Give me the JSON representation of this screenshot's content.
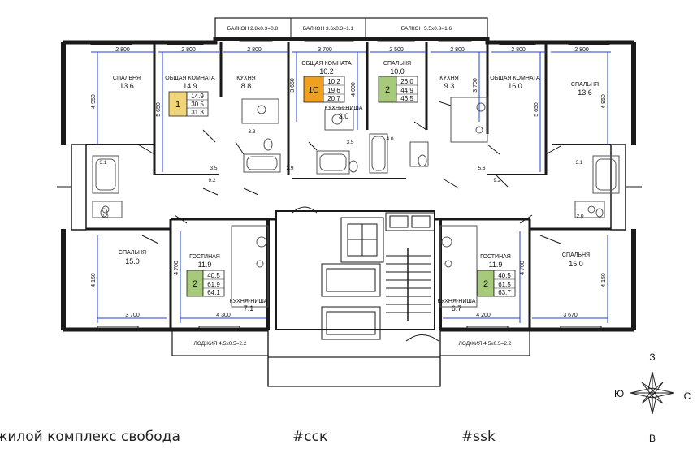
{
  "balconies": [
    {
      "label": "БАЛКОН 2.8x0.3=0.8"
    },
    {
      "label": "БАЛКОН 3.6x0.3=1.1"
    },
    {
      "label": "БАЛКОН 5.5x0.3=1.6"
    }
  ],
  "loggias": [
    {
      "label": "ЛОДЖИЯ 4.5x0.5=2.2"
    },
    {
      "label": "ЛОДЖИЯ 4.5x0.5=2.2"
    }
  ],
  "dimensions_top": [
    "2 800",
    "2 800",
    "2 800",
    "3 700",
    "2 500",
    "2 800",
    "2 800",
    "2 800"
  ],
  "dimensions_bottom": [
    "3 700",
    "4 300",
    "4 200",
    "3 670"
  ],
  "dimensions_vertical": [
    "4 950",
    "5 650",
    "3 650",
    "4 000",
    "3 700",
    "5 650",
    "4 950",
    "4 700",
    "4 150",
    "4 700",
    "4 150"
  ],
  "rooms": [
    {
      "name": "СПАЛЬНЯ",
      "area": "13.6"
    },
    {
      "name": "ОБЩАЯ КОМНАТА",
      "area": "14.9"
    },
    {
      "name": "КУХНЯ",
      "area": "8.8"
    },
    {
      "name": "ОБЩАЯ КОМНАТА",
      "area": "10.2"
    },
    {
      "name": "КУХНЯ-НИША",
      "area": "3.0"
    },
    {
      "name": "СПАЛЬНЯ",
      "area": "10.0"
    },
    {
      "name": "КУХНЯ",
      "area": "9.3"
    },
    {
      "name": "ОБЩАЯ КОМНАТА",
      "area": "16.0"
    },
    {
      "name": "СПАЛЬНЯ",
      "area": "13.6"
    },
    {
      "name": "СПАЛЬНЯ",
      "area": "15.0"
    },
    {
      "name": "ГОСТИНАЯ",
      "area": "11.9"
    },
    {
      "name": "КУХНЯ-НИША",
      "area": "7.1"
    },
    {
      "name": "ГОСТИНАЯ",
      "area": "11.9"
    },
    {
      "name": "КУХНЯ-НИША",
      "area": "6.7"
    },
    {
      "name": "СПАЛЬНЯ",
      "area": "15.0"
    }
  ],
  "small_areas": [
    "3.3",
    "3.5",
    "2.9",
    "3.5",
    "4.0",
    "5.6",
    "3.1",
    "2.0",
    "9.2",
    "9.2",
    "3.1",
    "2.0"
  ],
  "apartments": [
    {
      "type": "1",
      "color": "#f1d57a",
      "areas": [
        "14.9",
        "30.5",
        "31.3"
      ]
    },
    {
      "type": "1С",
      "color": "#f0a020",
      "areas": [
        "10.2",
        "19.6",
        "20.7"
      ]
    },
    {
      "type": "2",
      "color": "#a6c97a",
      "areas": [
        "26.0",
        "44.9",
        "46.5"
      ]
    },
    {
      "type": "2",
      "color": "#a6c97a",
      "areas": [
        "40.5",
        "61.9",
        "64.1"
      ]
    },
    {
      "type": "2",
      "color": "#a6c97a",
      "areas": [
        "40.5",
        "61.5",
        "63.7"
      ]
    }
  ],
  "compass": {
    "north": "З",
    "south": "В",
    "west": "Ю",
    "east": "С"
  },
  "footer": {
    "project": "жилой комплекс свобода",
    "tag1": "#сск",
    "tag2": "#ssk"
  },
  "colors": {
    "wall": "#1a1a1a",
    "dimension": "#1f3fd6",
    "fixture": "#555555"
  }
}
